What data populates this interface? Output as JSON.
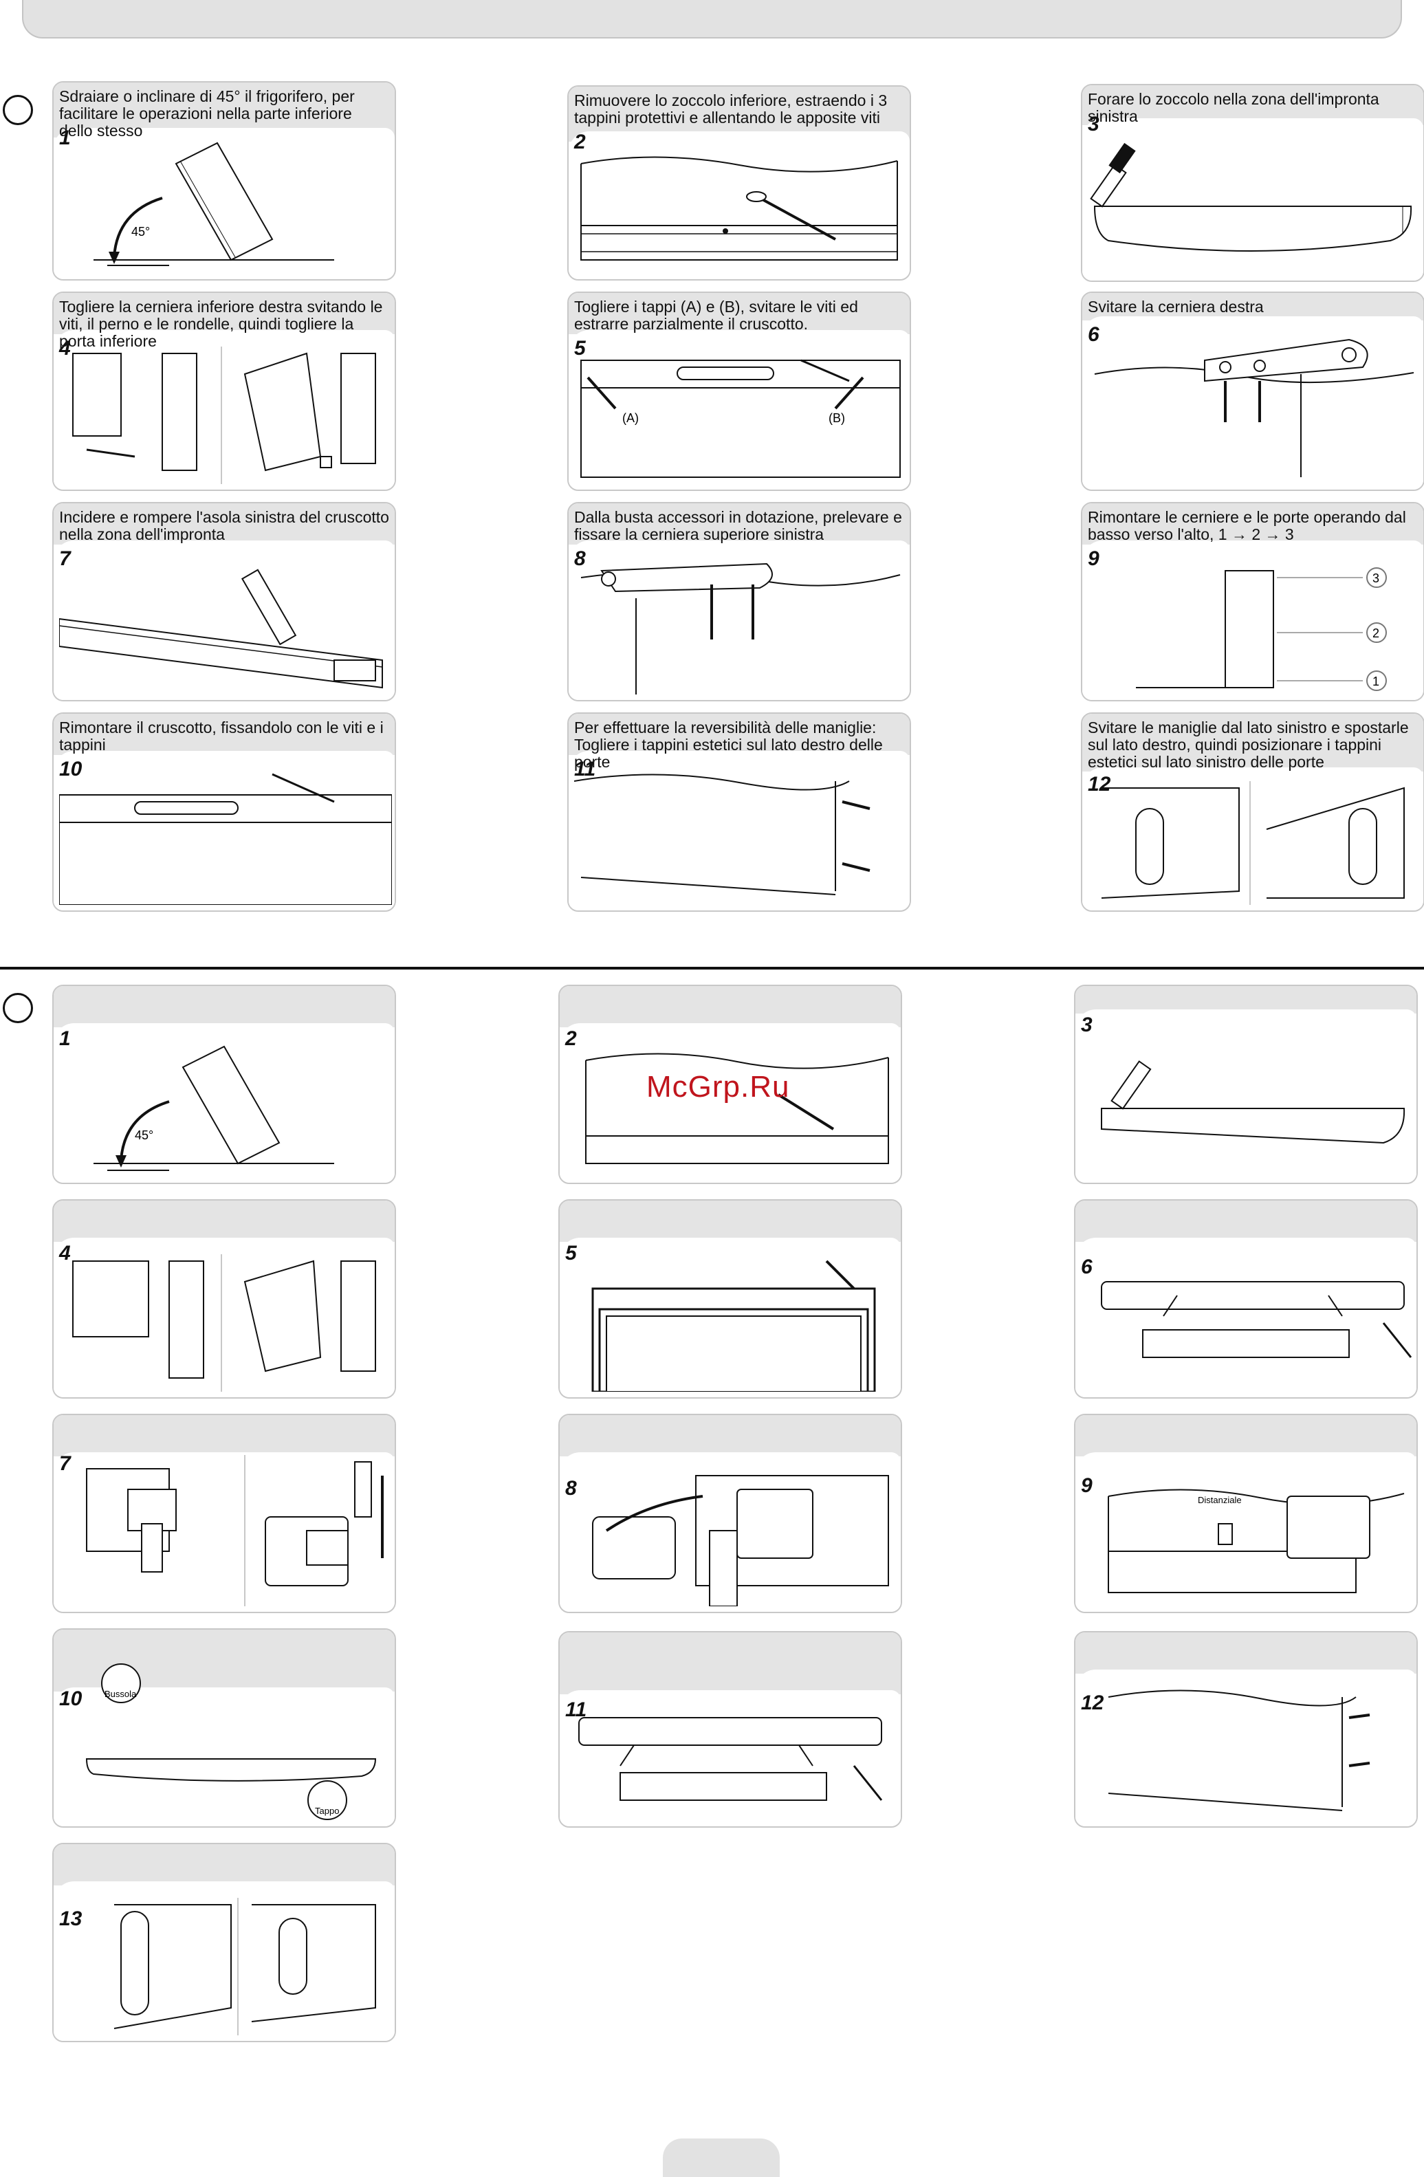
{
  "watermark": "McGrp.Ru",
  "section_top": {
    "steps": [
      {
        "num": "1",
        "caption": "Sdraiare o inclinare di 45° il frigorifero, per facilitare le operazioni nella parte inferiore dello stesso",
        "label": "45°"
      },
      {
        "num": "2",
        "caption": "Rimuovere lo zoccolo inferiore, estraendo i 3 tappini protettivi e allentando le apposite viti"
      },
      {
        "num": "3",
        "caption": "Forare lo zoccolo nella zona dell'impronta sinistra"
      },
      {
        "num": "4",
        "caption": "Togliere la cerniera inferiore destra svitando le viti, il perno e le rondelle, quindi togliere la porta inferiore"
      },
      {
        "num": "5",
        "caption": "Togliere i tappi (A) e (B), svitare le viti ed estrarre parzialmente il cruscotto.",
        "label_a": "(A)",
        "label_b": "(B)"
      },
      {
        "num": "6",
        "caption": "Svitare la cerniera destra"
      },
      {
        "num": "7",
        "caption": "Incidere e rompere l'asola sinistra del cruscotto nella zona dell'impronta"
      },
      {
        "num": "8",
        "caption": "Dalla busta accessori in dotazione, prelevare e fissare la cerniera superiore sinistra"
      },
      {
        "num": "9",
        "caption": "Rimontare le cerniere e le porte operando dal basso verso l'alto, 1 → 2 → 3",
        "l1": "1",
        "l2": "2",
        "l3": "3"
      },
      {
        "num": "10",
        "caption": "Rimontare il cruscotto, fissandolo con le viti e i tappini"
      },
      {
        "num": "11",
        "caption": "Per effettuare la reversibilità delle maniglie: Togliere i tappini estetici sul lato destro delle porte"
      },
      {
        "num": "12",
        "caption": "Svitare le maniglie dal lato sinistro e spostarle sul lato destro, quindi posizionare i tappini estetici sul lato sinistro delle porte"
      }
    ]
  },
  "section_bottom": {
    "steps": [
      {
        "num": "1",
        "label": "45°"
      },
      {
        "num": "2"
      },
      {
        "num": "3"
      },
      {
        "num": "4"
      },
      {
        "num": "5"
      },
      {
        "num": "6"
      },
      {
        "num": "7"
      },
      {
        "num": "8"
      },
      {
        "num": "9",
        "label": "Distanziale"
      },
      {
        "num": "10",
        "label_a": "Bussola",
        "label_b": "Tappo"
      },
      {
        "num": "11"
      },
      {
        "num": "12"
      },
      {
        "num": "13"
      }
    ]
  }
}
